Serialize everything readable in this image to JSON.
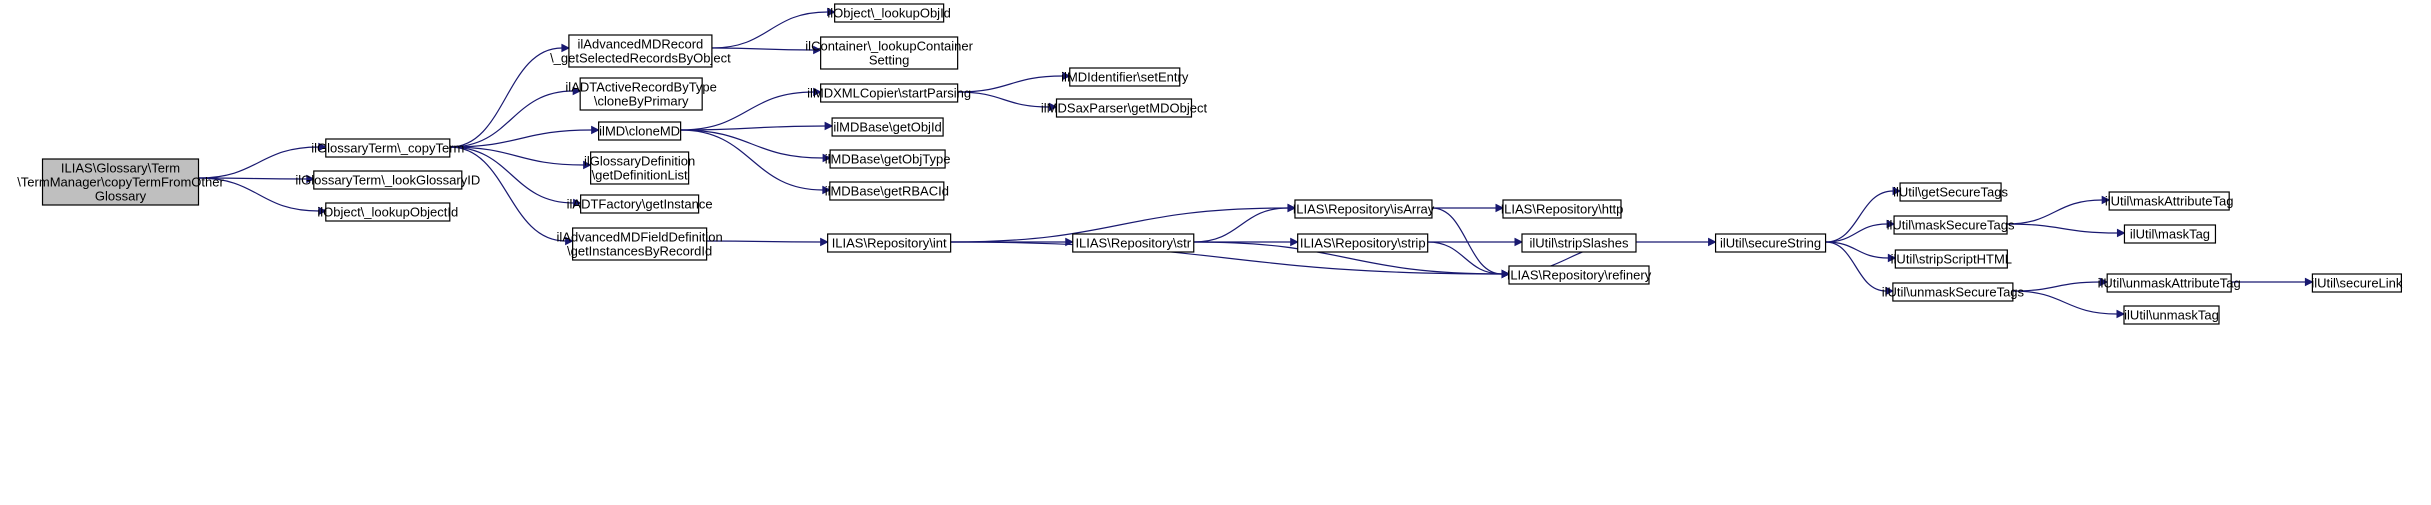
{
  "graph": {
    "nodes": {
      "root": [
        "ILIAS\\Glossary\\Term",
        "\\TermManager\\copyTermFromOther",
        "Glossary"
      ],
      "copy_term": [
        "ilGlossaryTerm\\_copyTerm"
      ],
      "lookup_glossary_id": [
        "ilGlossaryTerm\\_lookGlossaryID"
      ],
      "lookup_object_id": [
        "ilObject\\_lookupObjectId"
      ],
      "adv_md_record": [
        "ilAdvancedMDRecord",
        "\\_getSelectedRecordsByObject"
      ],
      "adt_active_record": [
        "ilADTActiveRecordByType",
        "\\cloneByPrimary"
      ],
      "md_clone": [
        "ilMD\\cloneMD"
      ],
      "glossary_definition": [
        "ilGlossaryDefinition",
        "\\getDefinitionList"
      ],
      "adt_factory": [
        "ilADTFactory\\getInstance"
      ],
      "adv_md_field_def": [
        "ilAdvancedMDFieldDefinition",
        "\\getInstancesByRecordId"
      ],
      "lookup_obj_id": [
        "ilObject\\_lookupObjId"
      ],
      "container_lookup": [
        "ilContainer\\_lookupContainer",
        "Setting"
      ],
      "md_xml_copier": [
        "ilMDXMLCopier\\startParsing"
      ],
      "md_base_obj_id": [
        "ilMDBase\\getObjId"
      ],
      "md_base_obj_type": [
        "ilMDBase\\getObjType"
      ],
      "md_base_rbac_id": [
        "ilMDBase\\getRBACId"
      ],
      "md_identifier": [
        "ilMDIdentifier\\setEntry"
      ],
      "md_sax_parser": [
        "ilMDSaxParser\\getMDObject"
      ],
      "repo_int": [
        "ILIAS\\Repository\\int"
      ],
      "repo_str": [
        "ILIAS\\Repository\\str"
      ],
      "repo_is_array": [
        "ILIAS\\Repository\\isArray"
      ],
      "repo_strip": [
        "ILIAS\\Repository\\strip"
      ],
      "repo_refinery": [
        "ILIAS\\Repository\\refinery"
      ],
      "repo_http": [
        "ILIAS\\Repository\\http"
      ],
      "util_strip_slashes": [
        "ilUtil\\stripSlashes"
      ],
      "util_secure_string": [
        "ilUtil\\secureString"
      ],
      "util_get_secure_tags": [
        "ilUtil\\getSecureTags"
      ],
      "util_mask_secure_tags": [
        "ilUtil\\maskSecureTags"
      ],
      "util_strip_script_html": [
        "ilUtil\\stripScriptHTML"
      ],
      "util_unmask_secure_tags": [
        "ilUtil\\unmaskSecureTags"
      ],
      "util_mask_attribute_tag": [
        "ilUtil\\maskAttributeTag"
      ],
      "util_mask_tag": [
        "ilUtil\\maskTag"
      ],
      "util_unmask_attribute_tag": [
        "ilUtil\\unmaskAttributeTag"
      ],
      "util_unmask_tag": [
        "ilUtil\\unmaskTag"
      ],
      "util_secure_link": [
        "ilUtil\\secureLink"
      ]
    },
    "colors": {
      "edge": "#191970",
      "root_fill": "#bfbfbf",
      "node_fill": "#ffffff",
      "border": "#000000"
    }
  }
}
